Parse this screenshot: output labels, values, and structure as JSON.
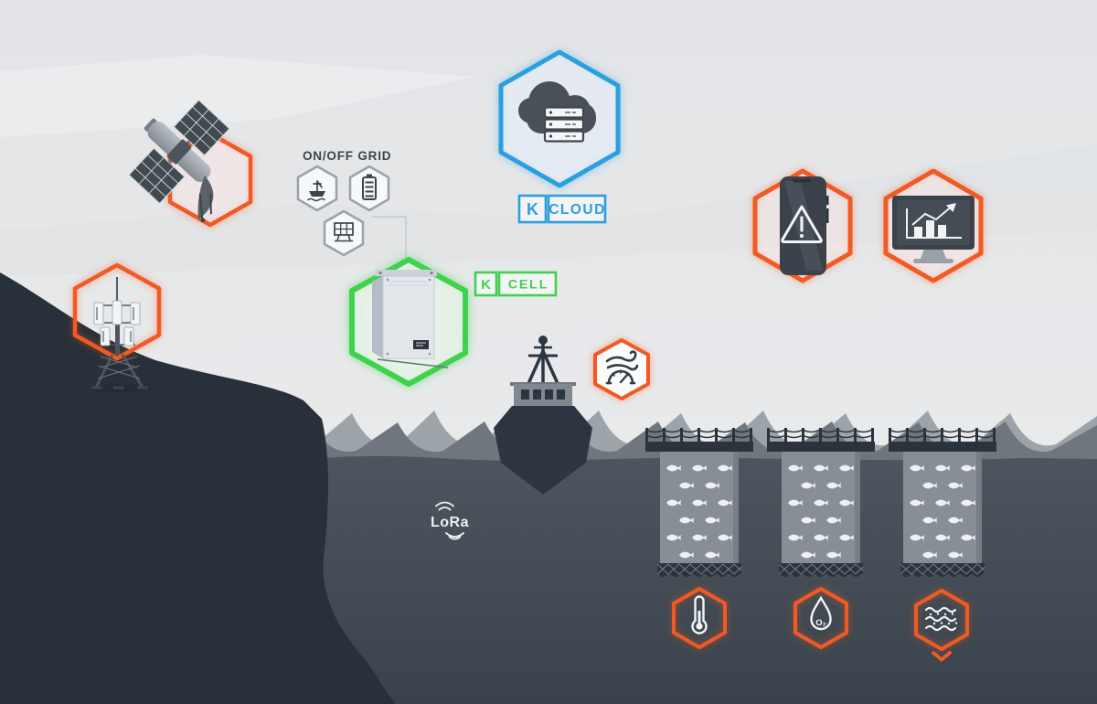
{
  "diagram_type": "aquaculture-iot-monitoring-architecture",
  "labels": {
    "on_off_grid": "ON/OFF GRID",
    "k_cloud_prefix": "K",
    "k_cloud": "CLOUD",
    "k_cell_prefix": "K",
    "k_cell": "CELL",
    "lora": "LoRa",
    "oxygen": "O₂"
  },
  "colors": {
    "accent_orange": "#F15A24",
    "accent_blue": "#2B9FE0",
    "accent_green": "#3FD24D",
    "sky": "#E7E8EA",
    "water": "#4A525B",
    "land": "#28303A",
    "ink": "#3D444C",
    "light": "#F2F3F5"
  },
  "icons": [
    "cloud-server-icon",
    "satellite-icon",
    "cell-tower-icon",
    "offshore-supply-icon",
    "battery-icon",
    "solar-panel-icon",
    "equipment-cabinet-icon",
    "alert-phone-icon",
    "analytics-monitor-icon",
    "warning-triangle-icon",
    "wind-gauge-icon",
    "fishing-vessel-icon",
    "fish-icon",
    "thermometer-icon",
    "oxygen-drop-icon",
    "water-waves-icon",
    "down-chevron-icon",
    "lora-signal-icon"
  ],
  "fish_pens": {
    "count": 3,
    "rows": [
      3,
      2,
      3,
      2,
      3,
      2
    ],
    "centers": [
      765,
      898,
      1031
    ]
  }
}
